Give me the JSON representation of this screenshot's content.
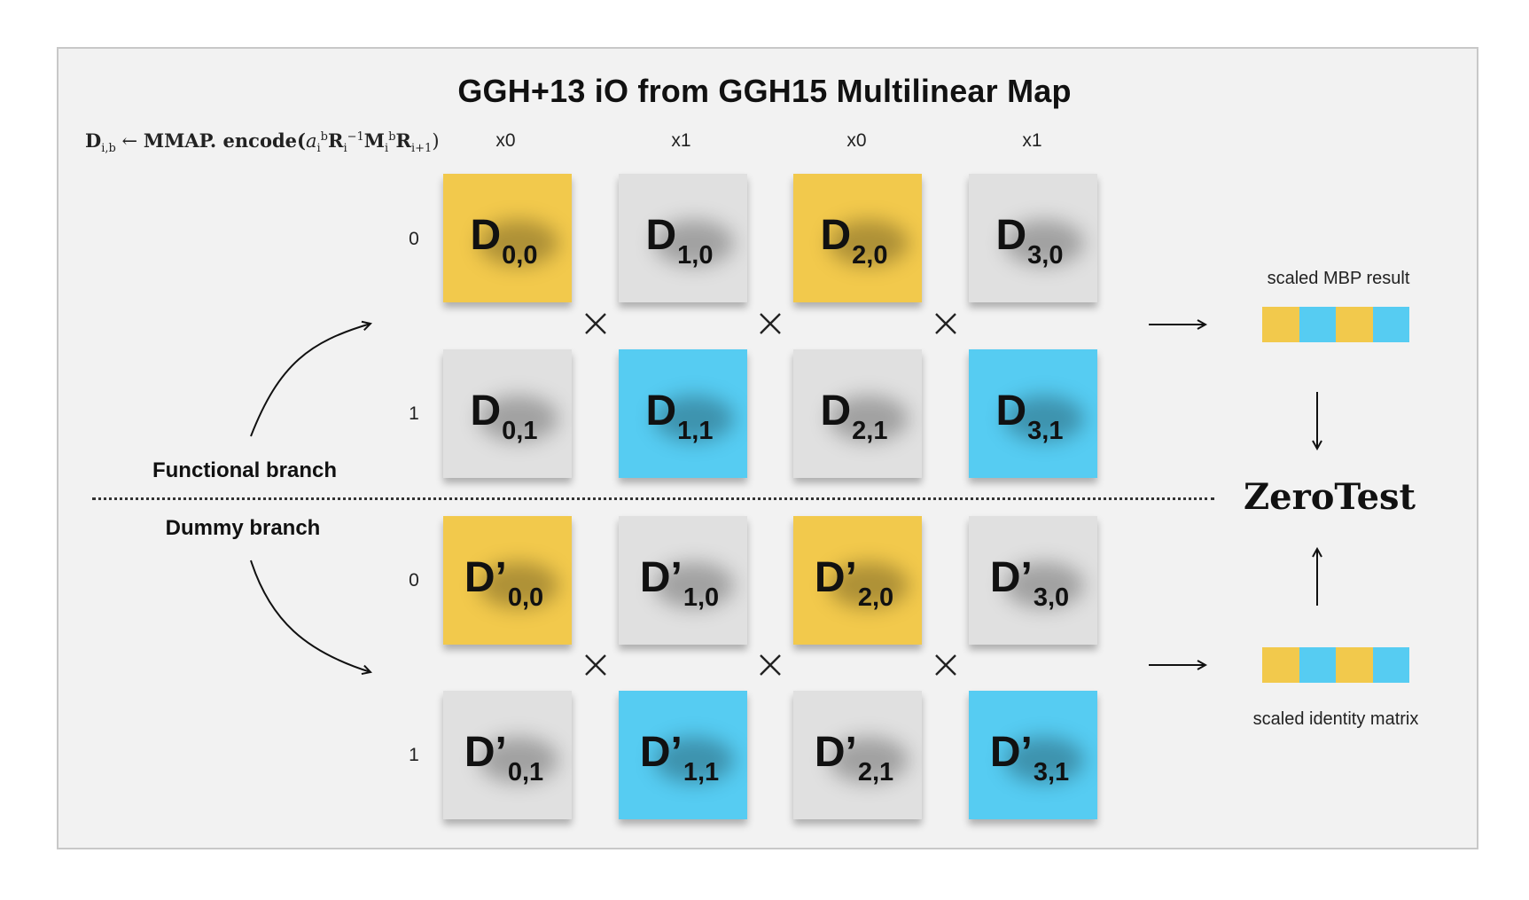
{
  "title": "GGH+13 iO from GGH15 Multilinear Map",
  "formula": {
    "lhs": "D",
    "lhs_sub": "i,b",
    "arrow": "←",
    "op": "MMAP. encode(",
    "a": "a",
    "a_sub": "i",
    "a_sup": "b",
    "R1": "R",
    "R1_sub": "i",
    "R1_sup": "−1",
    "M": "M",
    "M_sub": "i",
    "M_sup": "b",
    "R2": "R",
    "R2_sub": "i+1",
    "close": ")"
  },
  "columns": [
    "x0",
    "x1",
    "x0",
    "x1"
  ],
  "row_labels": [
    "0",
    "1"
  ],
  "functional": {
    "label": "Functional branch",
    "tiles": [
      [
        {
          "main": "D",
          "sub": "0,0",
          "color": "yellow"
        },
        {
          "main": "D",
          "sub": "1,0",
          "color": "gray"
        },
        {
          "main": "D",
          "sub": "2,0",
          "color": "yellow"
        },
        {
          "main": "D",
          "sub": "3,0",
          "color": "gray"
        }
      ],
      [
        {
          "main": "D",
          "sub": "0,1",
          "color": "gray"
        },
        {
          "main": "D",
          "sub": "1,1",
          "color": "blue"
        },
        {
          "main": "D",
          "sub": "2,1",
          "color": "gray"
        },
        {
          "main": "D",
          "sub": "3,1",
          "color": "blue"
        }
      ]
    ]
  },
  "dummy": {
    "label": "Dummy branch",
    "tiles": [
      [
        {
          "main": "D’",
          "sub": "0,0",
          "color": "yellow"
        },
        {
          "main": "D’",
          "sub": "1,0",
          "color": "gray"
        },
        {
          "main": "D’",
          "sub": "2,0",
          "color": "yellow"
        },
        {
          "main": "D’",
          "sub": "3,0",
          "color": "gray"
        }
      ],
      [
        {
          "main": "D’",
          "sub": "0,1",
          "color": "gray"
        },
        {
          "main": "D’",
          "sub": "1,1",
          "color": "blue"
        },
        {
          "main": "D’",
          "sub": "2,1",
          "color": "gray"
        },
        {
          "main": "D’",
          "sub": "3,1",
          "color": "blue"
        }
      ]
    ]
  },
  "results": {
    "top_label": "scaled MBP result",
    "bottom_label": "scaled identity matrix",
    "bar_colors": [
      "yellow",
      "blue",
      "yellow",
      "blue"
    ]
  },
  "zerotest": "ZeroTest",
  "icons": {
    "multiply": "times-icon",
    "arrow": "arrow-icon"
  },
  "colors": {
    "yellow": "#f2c94c",
    "blue": "#56ccf2",
    "gray": "#e0e0e0",
    "panel": "#f2f2f2"
  }
}
